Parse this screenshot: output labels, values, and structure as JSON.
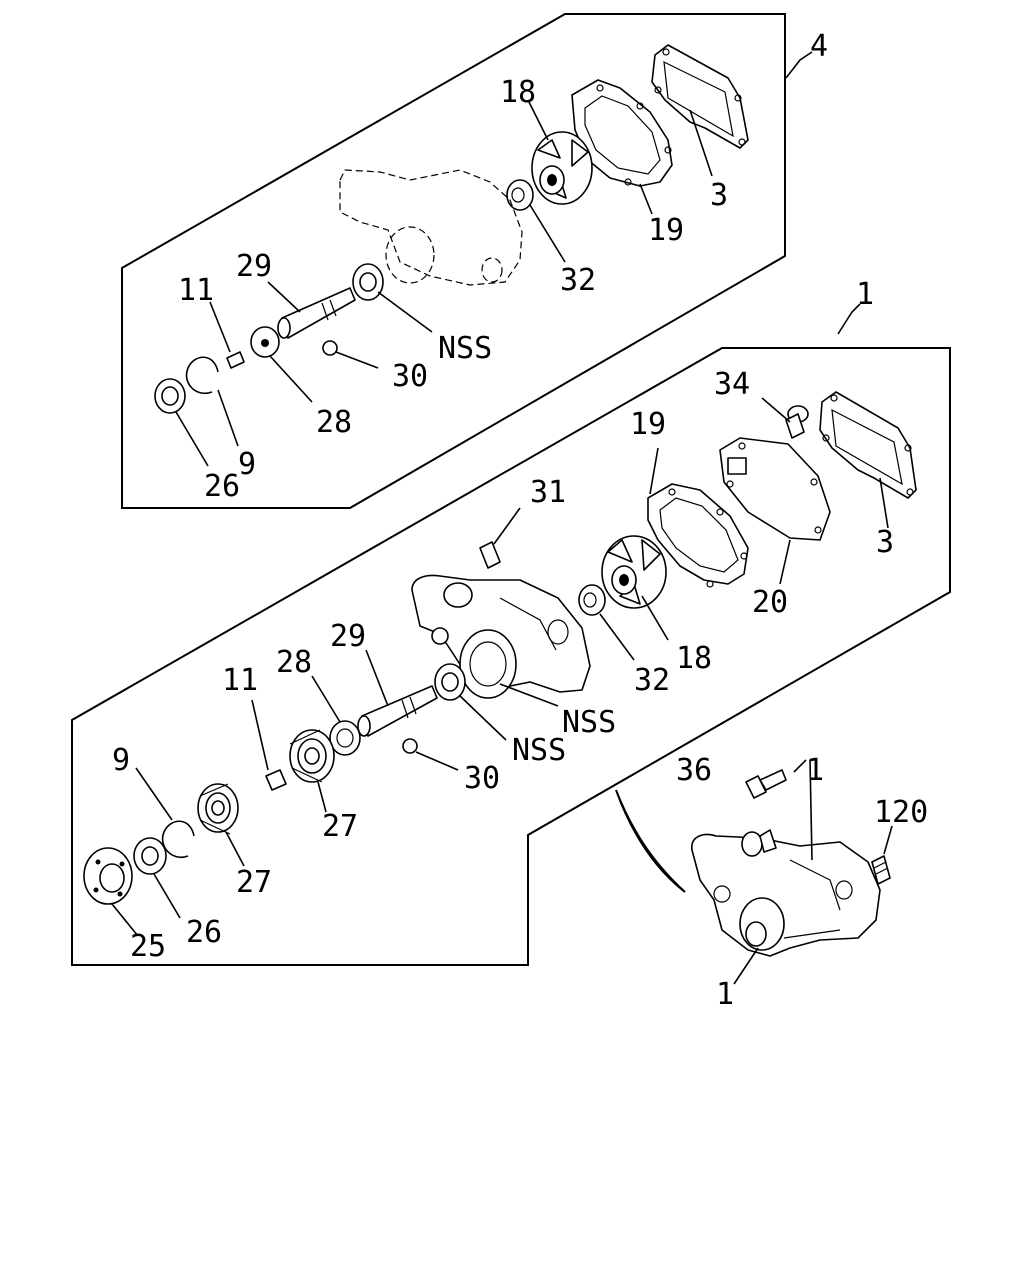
{
  "group_upper": {
    "callout": "4",
    "labels": {
      "gasket_3": "3",
      "impeller_18": "18",
      "gasket_19": "19",
      "seal_32": "32",
      "shaft_29": "29",
      "pin_11": "11",
      "nss": "NSS",
      "oring_30": "30",
      "washer_28": "28",
      "snapring_9": "9",
      "seal_26": "26"
    }
  },
  "group_lower": {
    "callout": "1",
    "labels": {
      "bolt_34": "34",
      "gasket_19": "19",
      "gasket_3": "3",
      "pin_31": "31",
      "plate_20": "20",
      "impeller_18": "18",
      "seal_32": "32",
      "shaft_29": "29",
      "washer_28": "28",
      "pin_11": "11",
      "nss_body": "NSS",
      "nss_seal": "NSS",
      "oring_30": "30",
      "snapring_9": "9",
      "bearing_27a": "27",
      "bearing_27b": "27",
      "seal_26": "26",
      "hub_25": "25"
    }
  },
  "assembly": {
    "bolt_36": "36",
    "stud_120": "120",
    "pump_1": "1"
  }
}
